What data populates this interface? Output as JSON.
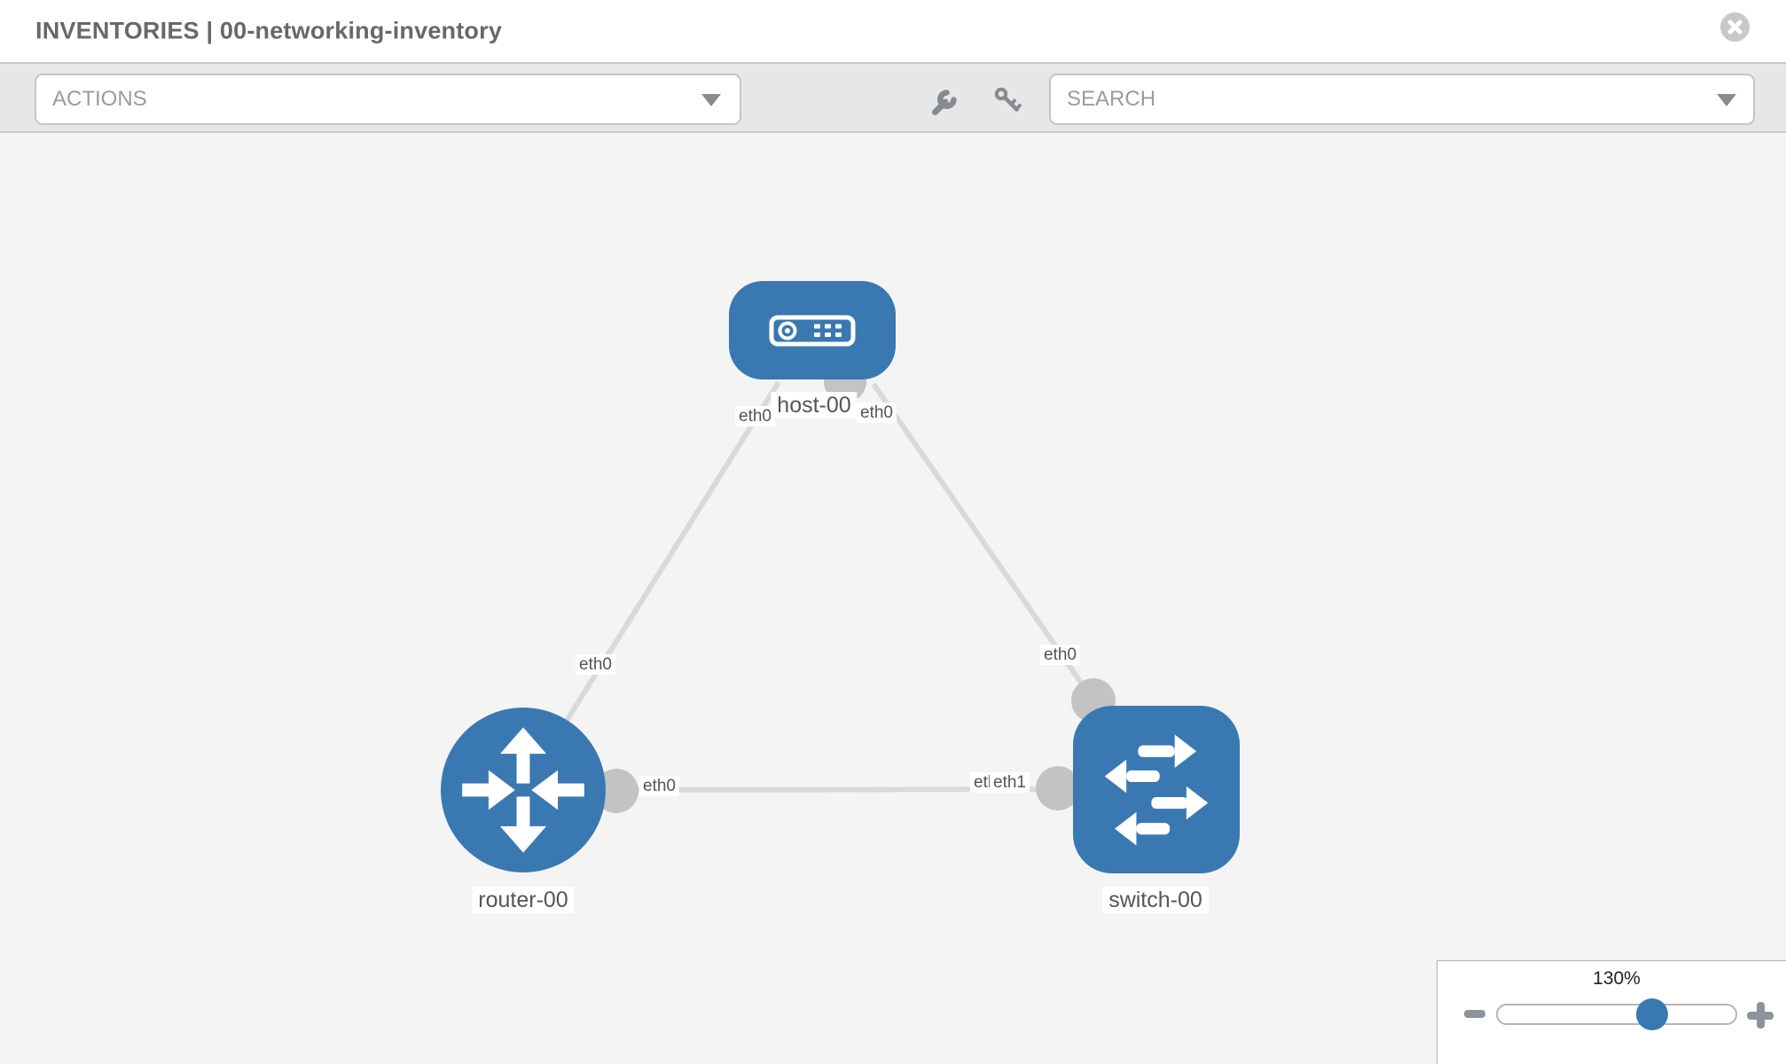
{
  "header": {
    "title": "INVENTORIES | 00-networking-inventory",
    "close_icon": "close-icon"
  },
  "toolbar": {
    "actions_label": "ACTIONS",
    "search_label": "SEARCH",
    "icons": [
      "wrench-icon",
      "key-icon",
      "chevron-down-icon"
    ]
  },
  "topology": {
    "nodes": {
      "host": {
        "label": "host-00",
        "type": "host",
        "icon": "host-icon"
      },
      "router": {
        "label": "router-00",
        "type": "router",
        "icon": "router-icon"
      },
      "switch": {
        "label": "switch-00",
        "type": "switch",
        "icon": "switch-icon"
      }
    },
    "links": [
      {
        "from": "host-00",
        "to": "router-00",
        "from_interface": "eth0",
        "to_interface": "eth0"
      },
      {
        "from": "host-00",
        "to": "switch-00",
        "from_interface": "eth0",
        "to_interface": "eth0"
      },
      {
        "from": "router-00",
        "to": "switch-00",
        "from_interface": "eth0",
        "to_interface": "eth1"
      }
    ],
    "interfaces": {
      "host_left": "eth0",
      "host_right": "eth0",
      "router_top": "eth0",
      "router_right": "eth0",
      "switch_top": "eth0",
      "switch_left_under": "eth0",
      "switch_left": "eth1"
    }
  },
  "zoom_control": {
    "level_label": "130%",
    "value_percent": 64,
    "minus_icon": "minus-icon",
    "plus_icon": "plus-icon"
  },
  "colors": {
    "node_blue": "#3a78b2",
    "link_gray": "#d9d9d9",
    "connector_gray": "#c3c3c3",
    "toolbar_bg": "#e7e7e7",
    "canvas_bg": "#f4f4f4"
  }
}
